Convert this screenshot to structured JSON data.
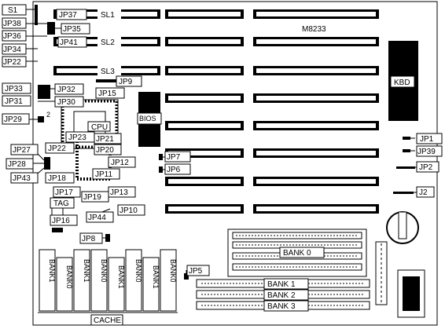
{
  "board": {
    "model": "M8233",
    "labels": {
      "s1": "S1",
      "jp37": "JP37",
      "sl1": "SL1",
      "jp38": "JP38",
      "jp35": "JP35",
      "jp36": "JP36",
      "jp41": "JP41",
      "sl2": "SL2",
      "jp34": "JP34",
      "jp22": "JP22",
      "sl3": "SL3",
      "jp9": "JP9",
      "kbd": "KBD",
      "jp33": "JP33",
      "jp32": "JP32",
      "jp15": "JP15",
      "jp31": "JP31",
      "jp30": "JP30",
      "jp29": "JP29",
      "pin2": "2",
      "bios": "BIOS",
      "cpu": "CPU",
      "jp27": "JP27",
      "jp22b": "JP22",
      "jp23": "JP23",
      "jp21": "JP21",
      "jp20": "JP20",
      "jp1": "JP1",
      "jp39": "JP39",
      "jp28": "JP28",
      "jp7": "JP7",
      "jp12": "JP12",
      "jp6": "JP6",
      "jp2": "JP2",
      "jp43": "JP43",
      "jp18": "JP18",
      "jp11": "JP11",
      "jp17": "JP17",
      "jp19": "JP19",
      "jp13": "JP13",
      "j2": "J2",
      "tag": "TAG",
      "jp44": "JP44",
      "jp10": "JP10",
      "jp16": "JP16",
      "jp8": "JP8",
      "bank0": "BANK 0",
      "jp5": "JP5",
      "bank1": "BANK 1",
      "bank2": "BANK 2",
      "bank3": "BANK 3",
      "cache": "CACHE"
    },
    "cache_banks": [
      "BANK1",
      "BANK0",
      "BANK1",
      "BANK0",
      "BANK1",
      "BANK0",
      "BANK1",
      "BANK0"
    ]
  }
}
